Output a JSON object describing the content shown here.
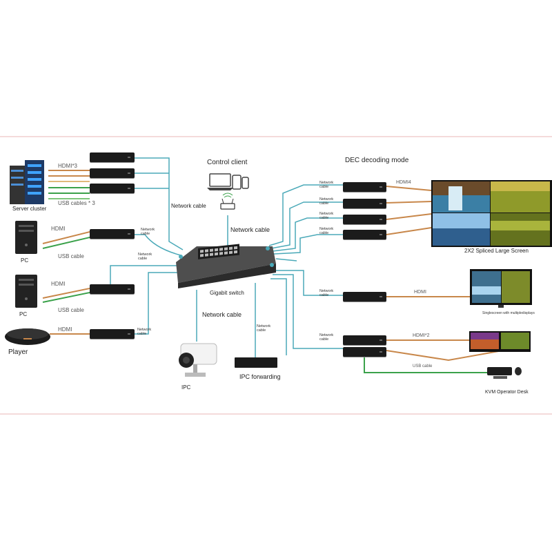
{
  "labels": {
    "control_client": "Control client",
    "dec_mode": "DEC decoding mode",
    "server_cluster": "Server cluster",
    "hdmi3": "HDMI*3",
    "usb_cables3": "USB cables * 3",
    "network_cable_left": "Network cable",
    "network_cable_router": "Network cable",
    "network_cable_bottom": "Network cable",
    "pc1": "PC",
    "pc2": "PC",
    "hdmi_pc1": "HDMI",
    "usb_pc1": "USB cable",
    "hdmi_pc2": "HDMI",
    "usb_pc2": "USB cable",
    "player": "Player",
    "hdmi_player": "HDMI",
    "net_small_pc1": "Network cable",
    "net_small_pc2": "Network cable",
    "net_small_player": "Network cable",
    "net_small_ipc": "Network cable",
    "gigabit_switch": "Gigabit switch",
    "ipc": "IPC",
    "ipc_forwarding": "IPC forwarding",
    "hdmi4": "HDMI4",
    "net_r1": "Network cable",
    "net_r2": "Network cable",
    "net_r3": "Network cable",
    "net_r4": "Network cable",
    "net_r5": "Network cable",
    "net_r6": "Network cable",
    "spliced_screen": "2X2 Spliced Large Screen",
    "hdmi_single": "HDMI",
    "single_screen": "Singlescreen with multipledisplays",
    "hdmi2": "HDMI*2",
    "usb_cable_kvm": "USB cable",
    "kvm_desk": "KVM Operator Desk"
  },
  "colors": {
    "network": "#4aa9b8",
    "hdmi": "#c8874a",
    "usb": "#3aa14a",
    "device": "#1b1b1b",
    "frame": "#e07a7a"
  }
}
